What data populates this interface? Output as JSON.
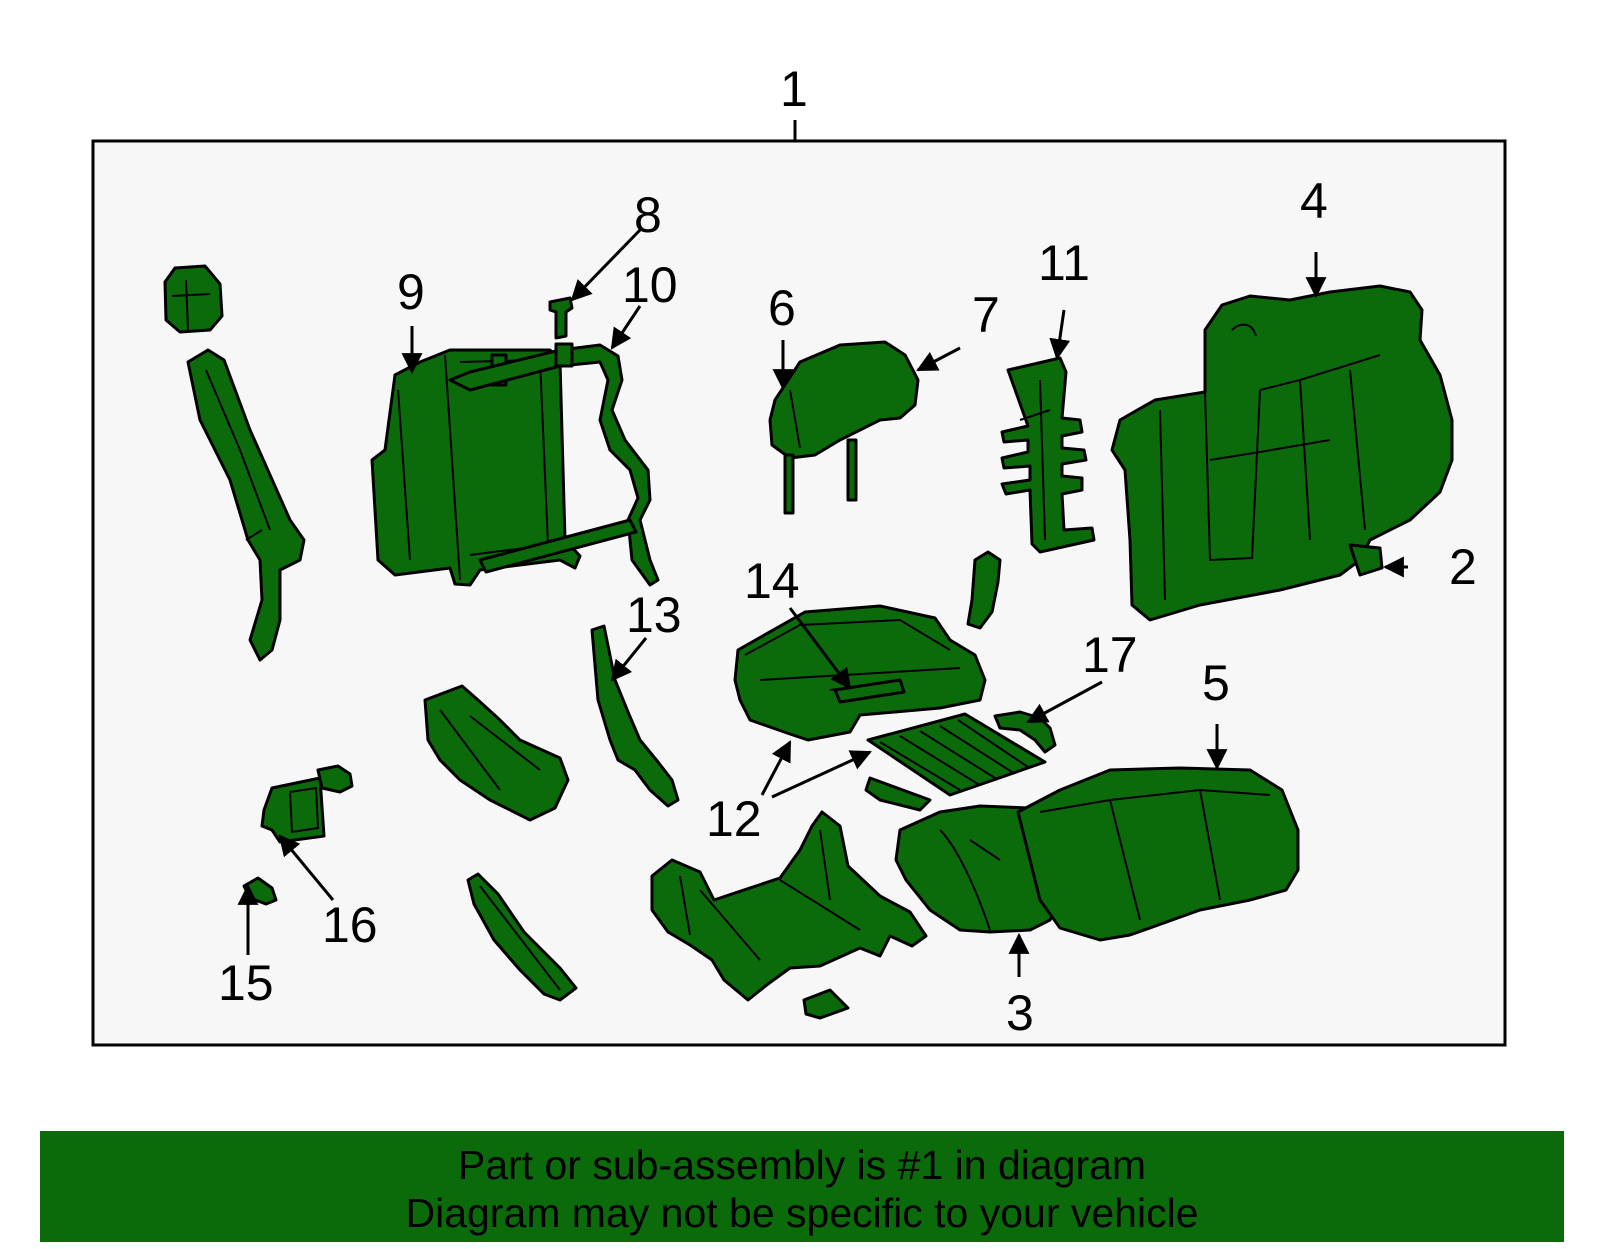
{
  "callouts": {
    "c1": "1",
    "c2": "2",
    "c3": "3",
    "c4": "4",
    "c5": "5",
    "c6": "6",
    "c7": "7",
    "c8": "8",
    "c9": "9",
    "c10": "10",
    "c11": "11",
    "c12": "12",
    "c13": "13",
    "c14": "14",
    "c15": "15",
    "c16": "16",
    "c17": "17"
  },
  "banner": {
    "line1": "Part or sub-assembly is #1 in diagram",
    "line2": "Diagram may not be specific to your vehicle"
  },
  "colors": {
    "part_fill": "#0b6b0b",
    "panel_bg": "#f7f7f7",
    "banner_bg": "#0b6b0b"
  }
}
